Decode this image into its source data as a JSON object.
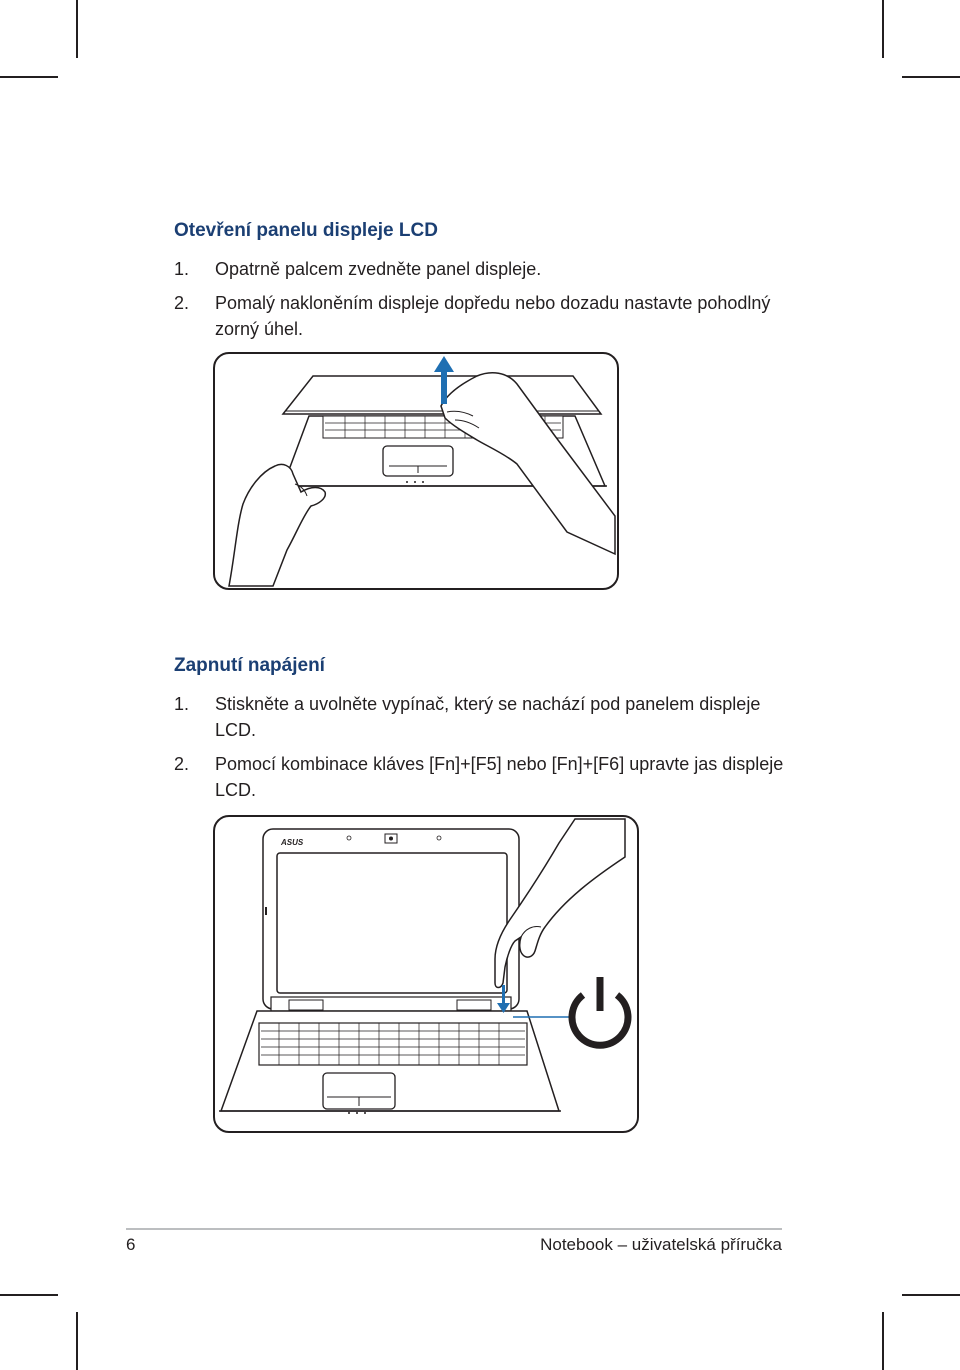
{
  "section1": {
    "heading": "Otevření panelu displeje LCD",
    "steps": [
      {
        "num": "1.",
        "text": "Opatrně palcem zvedněte panel displeje."
      },
      {
        "num": "2.",
        "text": "Pomalý nakloněním displeje dopředu nebo dozadu nastavte pohodlný zorný úhel."
      }
    ]
  },
  "section2": {
    "heading": "Zapnutí napájení",
    "steps": [
      {
        "num": "1.",
        "text": "Stiskněte a uvolněte vypínač, který se nachází pod panelem displeje LCD."
      },
      {
        "num": "2.",
        "text": "Pomocí kombinace kláves [Fn]+[F5] nebo [Fn]+[F6] upravte jas displeje LCD."
      }
    ]
  },
  "figure2": {
    "brand_logo": "ASUS"
  },
  "footer": {
    "page_number": "6",
    "title": "Notebook – uživatelská příručka"
  },
  "colors": {
    "heading": "#1b3f73",
    "arrow": "#1f6fb2",
    "text": "#231f20"
  },
  "icons": [
    "arrow-up-icon",
    "power-icon"
  ]
}
